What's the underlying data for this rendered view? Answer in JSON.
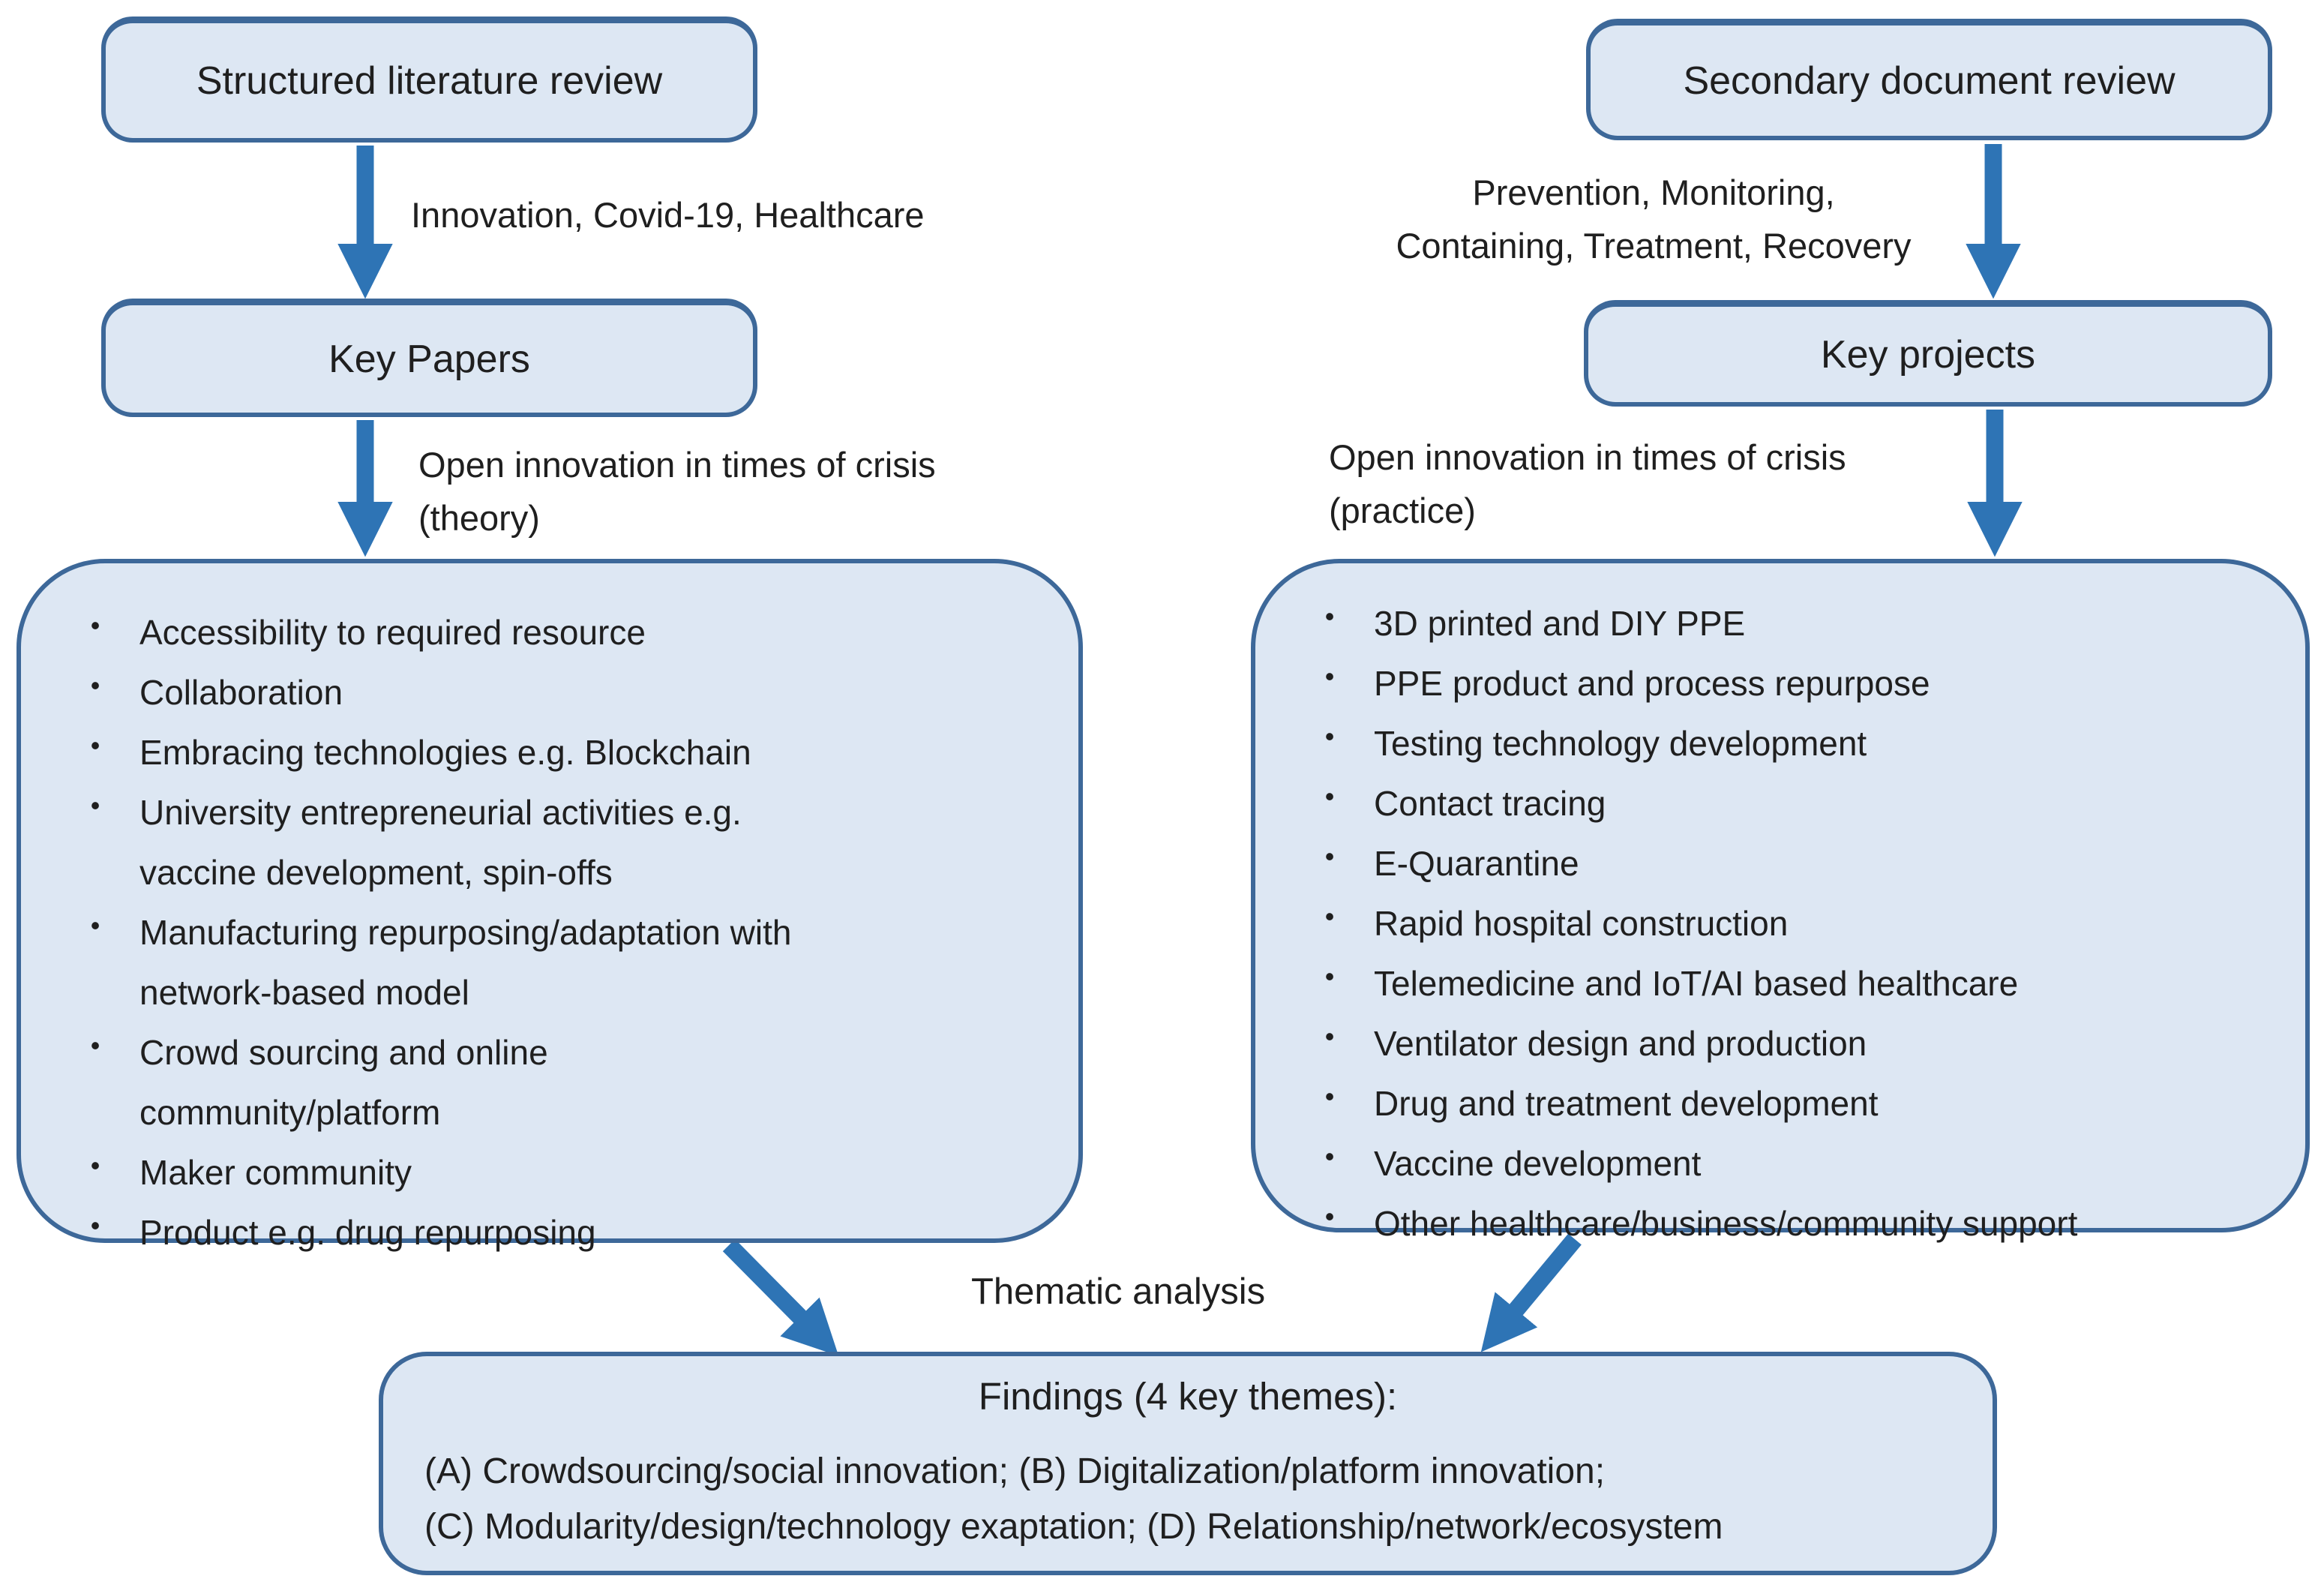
{
  "diagram": {
    "left": {
      "box_top": "Structured literature review",
      "arrow1_label": "Innovation, Covid-19, Healthcare",
      "box_mid": "Key Papers",
      "arrow2_label": "Open innovation in times of crisis\n(theory)",
      "items": [
        "Accessibility to required resource",
        "Collaboration",
        "Embracing technologies e.g. Blockchain",
        "University entrepreneurial activities e.g.\nvaccine development, spin-offs",
        "Manufacturing repurposing/adaptation with\nnetwork-based model",
        "Crowd sourcing and online\ncommunity/platform",
        "Maker community",
        "Product e.g. drug repurposing"
      ]
    },
    "right": {
      "box_top": "Secondary document review",
      "arrow1_label": "Prevention, Monitoring,\nContaining, Treatment, Recovery",
      "box_mid": "Key projects",
      "arrow2_label": "Open innovation in times of crisis\n(practice)",
      "items": [
        "3D printed and DIY PPE",
        "PPE product and process repurpose",
        "Testing technology development",
        "Contact tracing",
        "E-Quarantine",
        "Rapid hospital construction",
        "Telemedicine and IoT/AI based healthcare",
        "Ventilator design and production",
        "Drug and treatment development",
        "Vaccine development",
        "Other healthcare/business/community support"
      ]
    },
    "bottom": {
      "thematic_label": "Thematic analysis",
      "findings_title": "Findings (4 key themes):",
      "findings_line1": "(A) Crowdsourcing/social innovation; (B) Digitalization/platform innovation;",
      "findings_line2": "(C) Modularity/design/technology exaptation; (D) Relationship/network/ecosystem"
    },
    "colors": {
      "box_fill": "#dde7f3",
      "box_border": "#3d6899",
      "arrow": "#2e74b5"
    }
  }
}
